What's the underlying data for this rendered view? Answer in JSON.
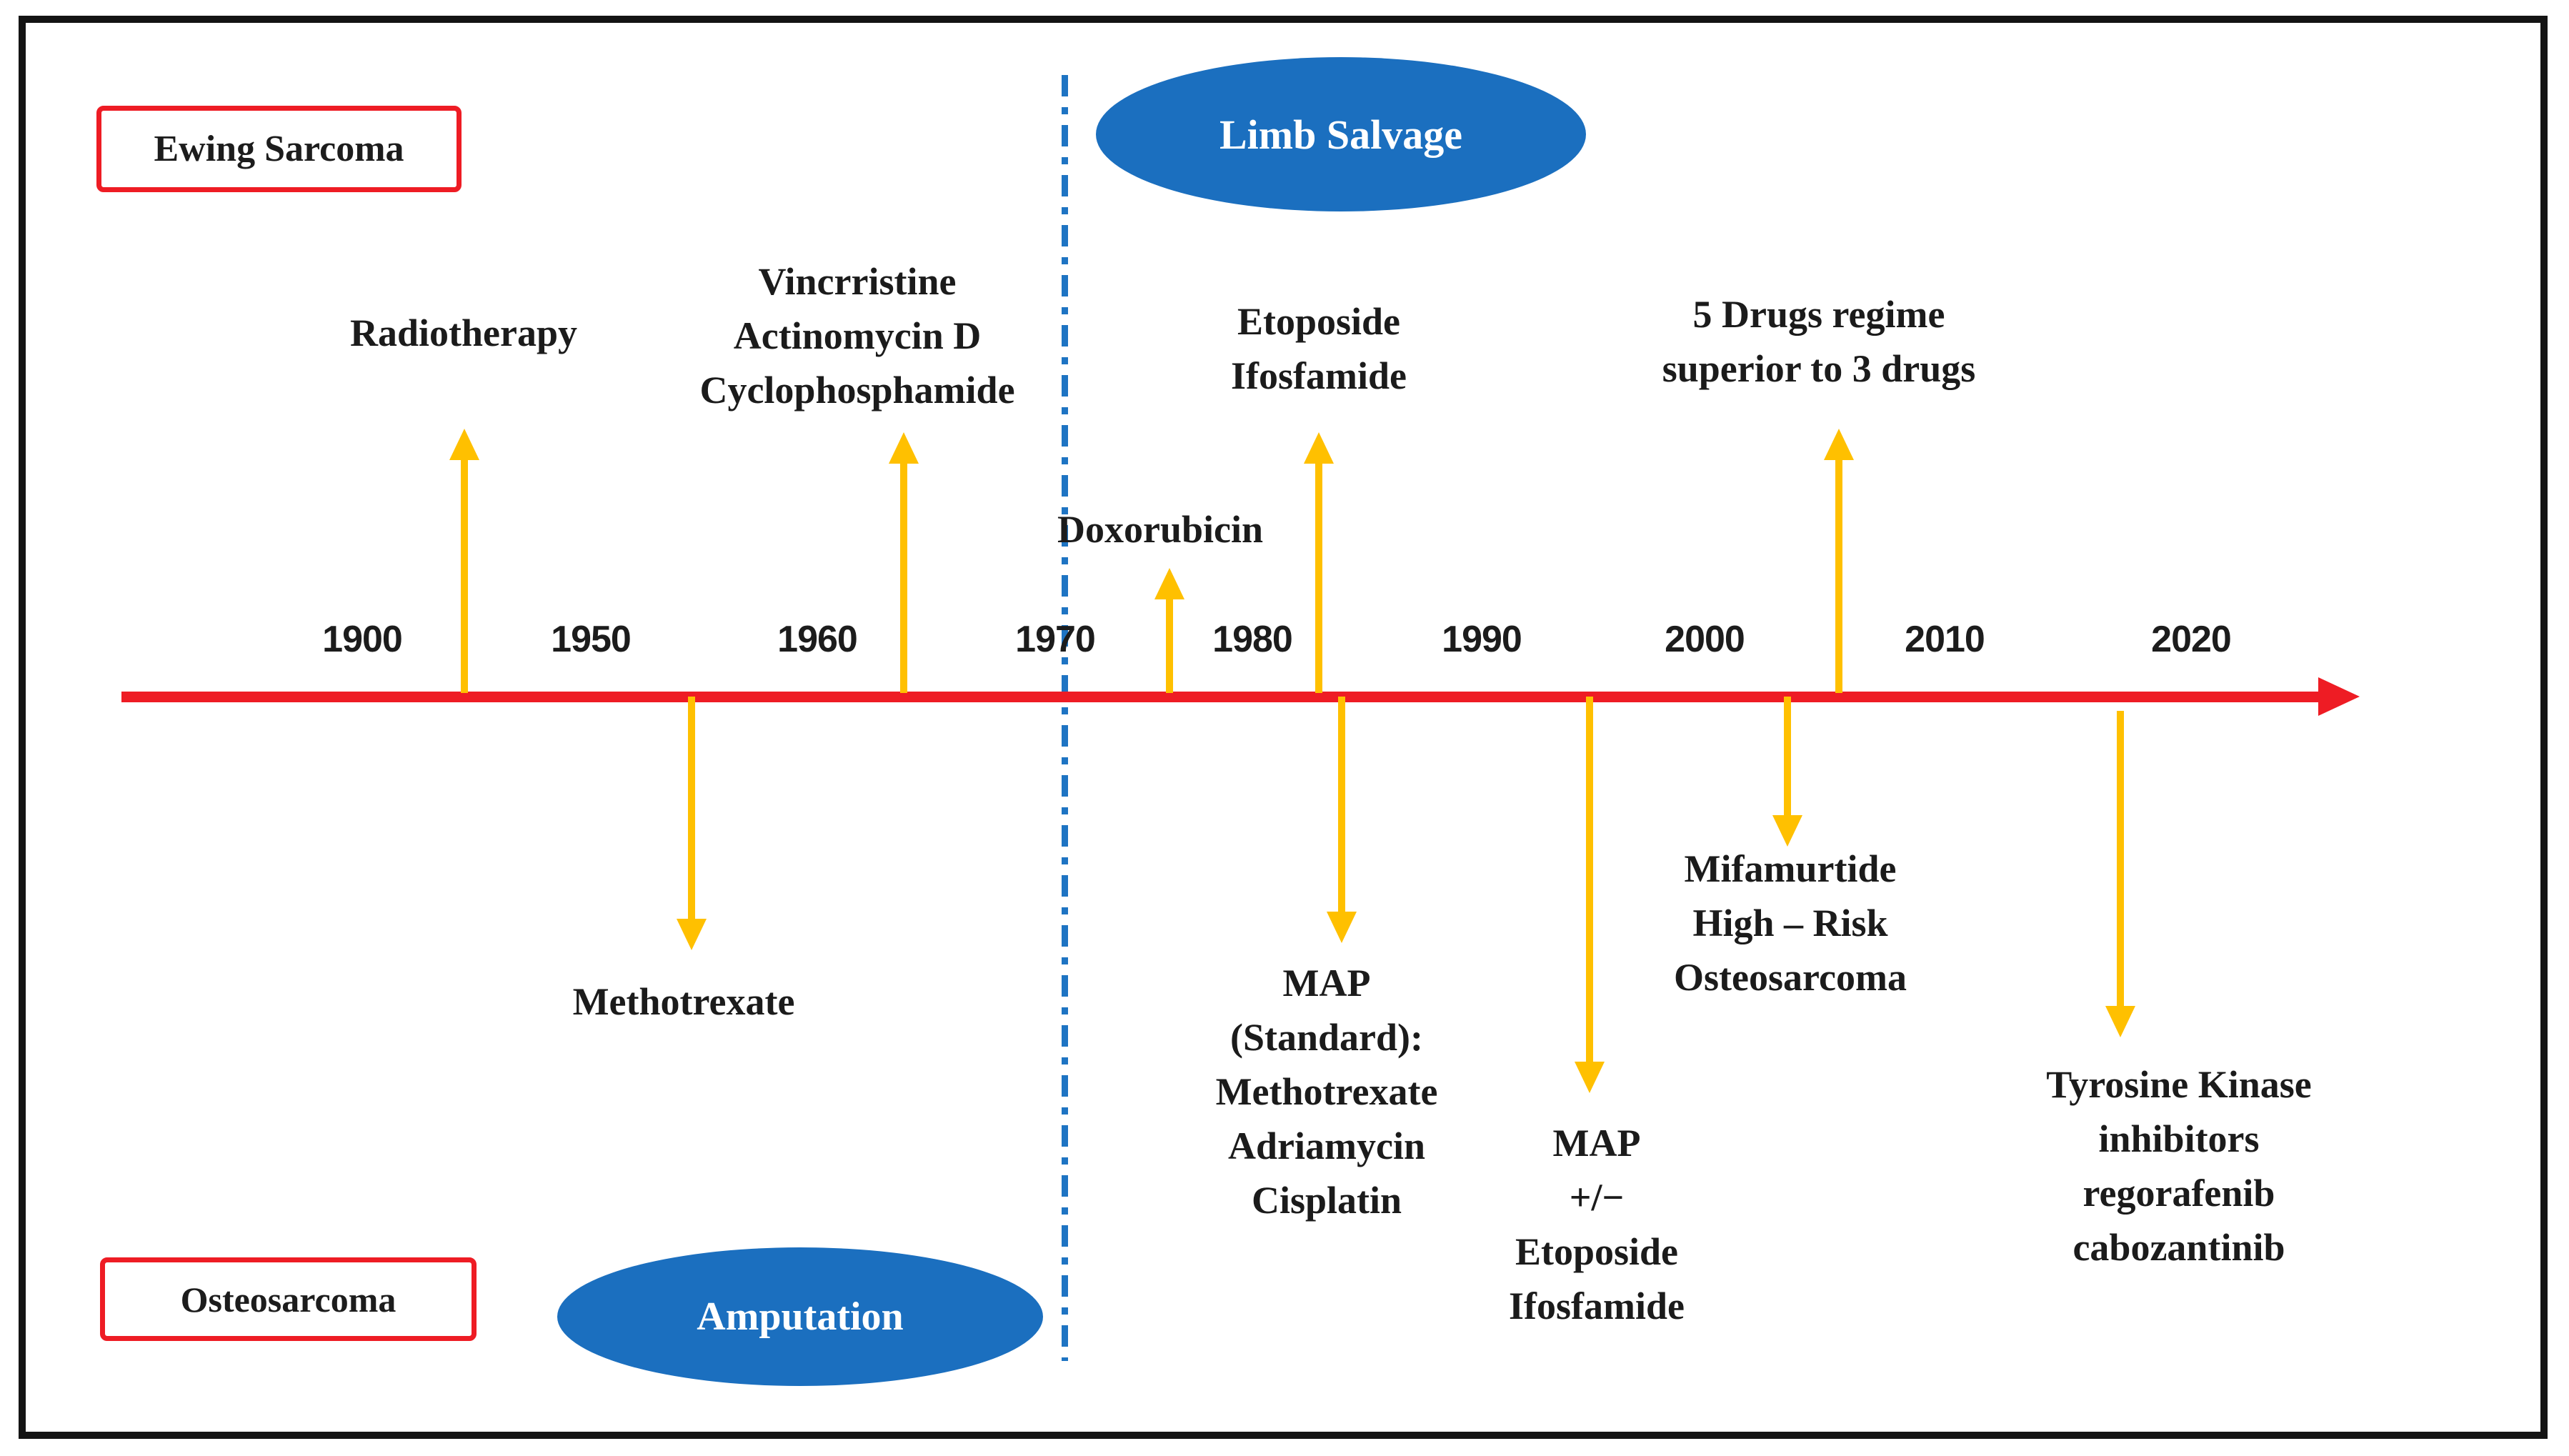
{
  "figure": {
    "top_left_box": "Ewing Sarcoma",
    "bottom_left_box": "Osteosarcoma",
    "top_ellipse": "Limb Salvage",
    "bottom_ellipse": "Amputation"
  },
  "timeline": {
    "years": [
      "1900",
      "1950",
      "1960",
      "1970",
      "1980",
      "1990",
      "2000",
      "2010",
      "2020"
    ]
  },
  "milestones": {
    "ewing": [
      {
        "label": "Radiotherapy"
      },
      {
        "label": "Vincrristine\nActinomycin D\nCyclophosphamide"
      },
      {
        "label": "Doxorubicin"
      },
      {
        "label": "Etoposide\nIfosfamide"
      },
      {
        "label": "5 Drugs regime\nsuperior to 3 drugs"
      }
    ],
    "osteo": [
      {
        "label": "Methotrexate"
      },
      {
        "label": "MAP\n(Standard):\nMethotrexate\nAdriamycin\nCisplatin"
      },
      {
        "label": "MAP\n+/−\nEtoposide\nIfosfamide"
      },
      {
        "label": "Mifamurtide\nHigh – Risk\nOsteosarcoma"
      },
      {
        "label": "Tyrosine Kinase\ninhibitors\nregorafenib\ncabozantinib"
      }
    ]
  },
  "colors": {
    "timeline_red": "#ee1c24",
    "arrow_yellow": "#ffc000",
    "shape_blue": "#1b6fbf",
    "divider_blue": "#1e74c3",
    "frame_black": "#141414"
  }
}
